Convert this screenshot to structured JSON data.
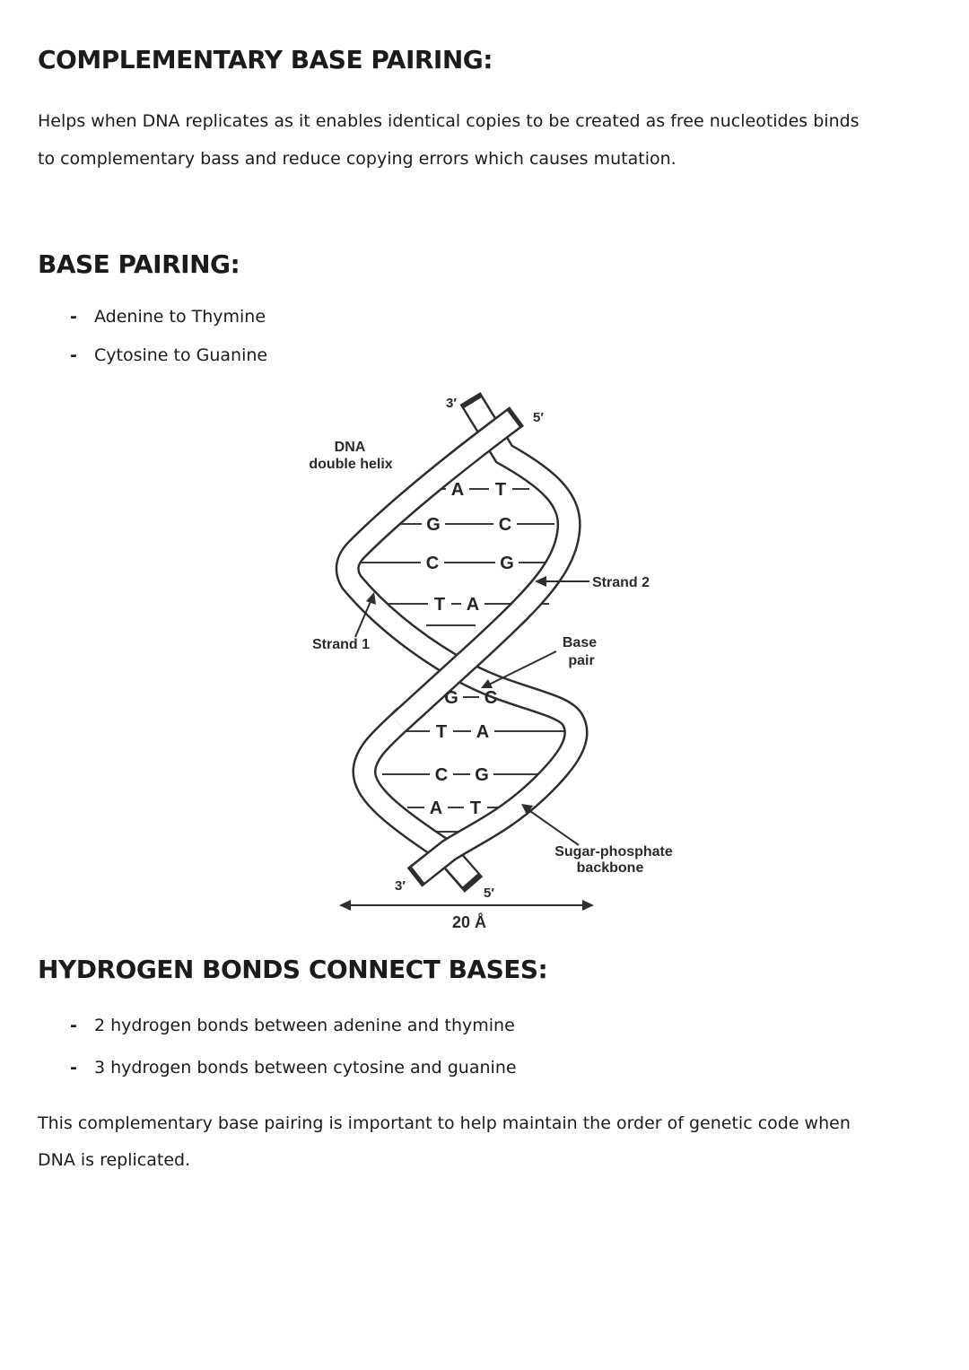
{
  "glyphs": {
    "dash": "-"
  },
  "colors": {
    "ink": "#1b1b1b",
    "diagram_line": "#2e2e2e",
    "background": "#ffffff"
  },
  "sections": {
    "complementary": {
      "heading": "COMPLEMENTARY BASE PAIRING:",
      "line1": "Helps when DNA replicates as it enables identical copies to be created as free nucleotides binds",
      "line2": "to complementary bass and reduce copying errors which causes mutation."
    },
    "base_pairing": {
      "heading": "BASE PAIRING:",
      "bullets": [
        {
          "text": "Adenine to Thymine"
        },
        {
          "text": "Cytosine to Guanine"
        }
      ]
    },
    "hydrogen": {
      "heading": "HYDROGEN BONDS CONNECT BASES:",
      "bullets": [
        {
          "text": "2 hydrogen bonds between adenine and thymine"
        },
        {
          "text": "3 hydrogen bonds between cytosine and guanine"
        }
      ],
      "line1": "This complementary base pairing is important to help maintain the order of genetic code when",
      "line2": "DNA is replicated."
    }
  },
  "diagram": {
    "labels": {
      "three_prime_top": "3′",
      "five_prime_top": "5′",
      "dna_line1": "DNA",
      "dna_line2": "double helix",
      "strand2": "Strand 2",
      "strand1": "Strand 1",
      "base_pair_line1": "Base",
      "base_pair_line2": "pair",
      "sugar_line1": "Sugar-phosphate",
      "sugar_line2": "backbone",
      "three_prime_bottom": "3′",
      "five_prime_bottom": "5′",
      "width_label": "20 Å"
    },
    "base_pairs_top": [
      [
        "A",
        "T"
      ],
      [
        "G",
        "C"
      ],
      [
        "C",
        "G"
      ],
      [
        "T",
        "A"
      ]
    ],
    "base_pairs_bottom": [
      [
        "G",
        "C"
      ],
      [
        "T",
        "A"
      ],
      [
        "C",
        "G"
      ],
      [
        "A",
        "T"
      ]
    ]
  }
}
